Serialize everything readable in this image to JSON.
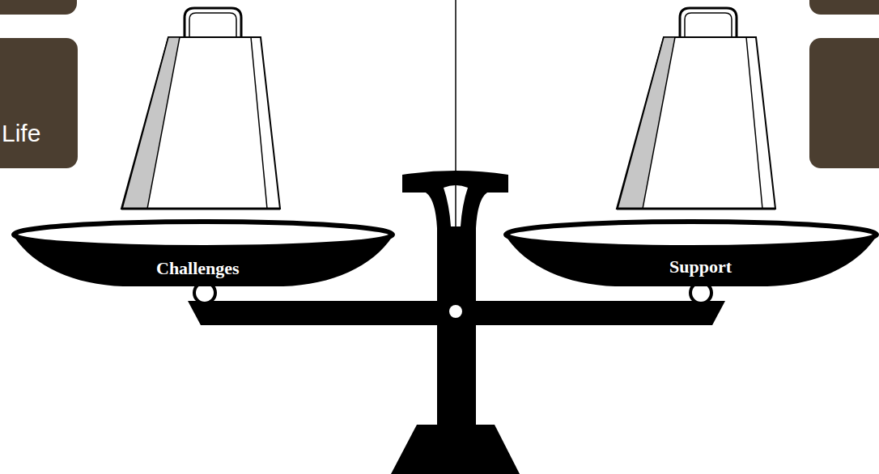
{
  "diagram": {
    "nodes": [
      {
        "text": [
          "Life"
        ]
      },
      {
        "text": [
          "Challenges"
        ]
      },
      {
        "text": [
          "Support"
        ]
      }
    ]
  }
}
